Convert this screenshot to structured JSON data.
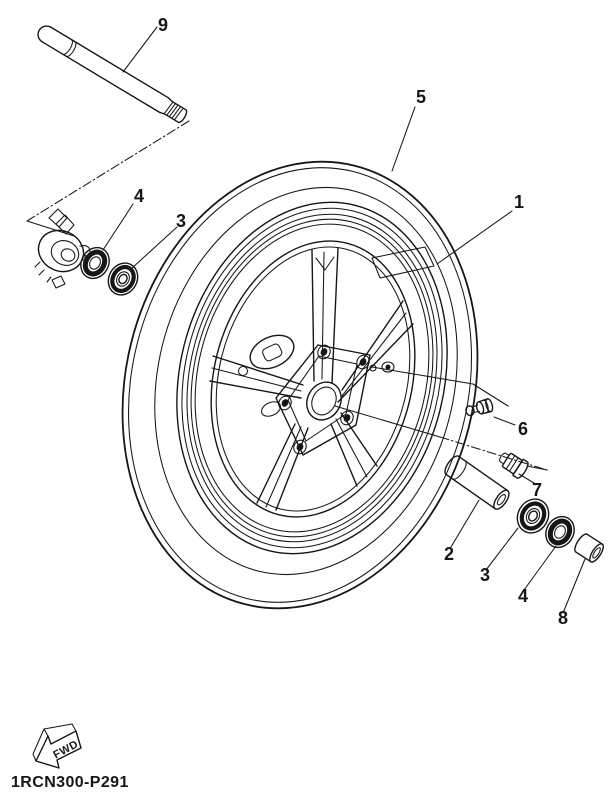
{
  "diagram": {
    "part_code": "1RCN300-P291",
    "fwd": {
      "label": "FWD"
    },
    "callouts": [
      {
        "id": "callout-9",
        "label": "9"
      },
      {
        "id": "callout-5",
        "label": "5"
      },
      {
        "id": "callout-1",
        "label": "1"
      },
      {
        "id": "callout-4-left",
        "label": "4"
      },
      {
        "id": "callout-3-left",
        "label": "3"
      },
      {
        "id": "callout-6",
        "label": "6"
      },
      {
        "id": "callout-7",
        "label": "7"
      },
      {
        "id": "callout-2",
        "label": "2"
      },
      {
        "id": "callout-3-bottom",
        "label": "3"
      },
      {
        "id": "callout-4-bottom",
        "label": "4"
      },
      {
        "id": "callout-8",
        "label": "8"
      }
    ],
    "colors": {
      "line": "#161616",
      "background": "#ffffff"
    }
  }
}
